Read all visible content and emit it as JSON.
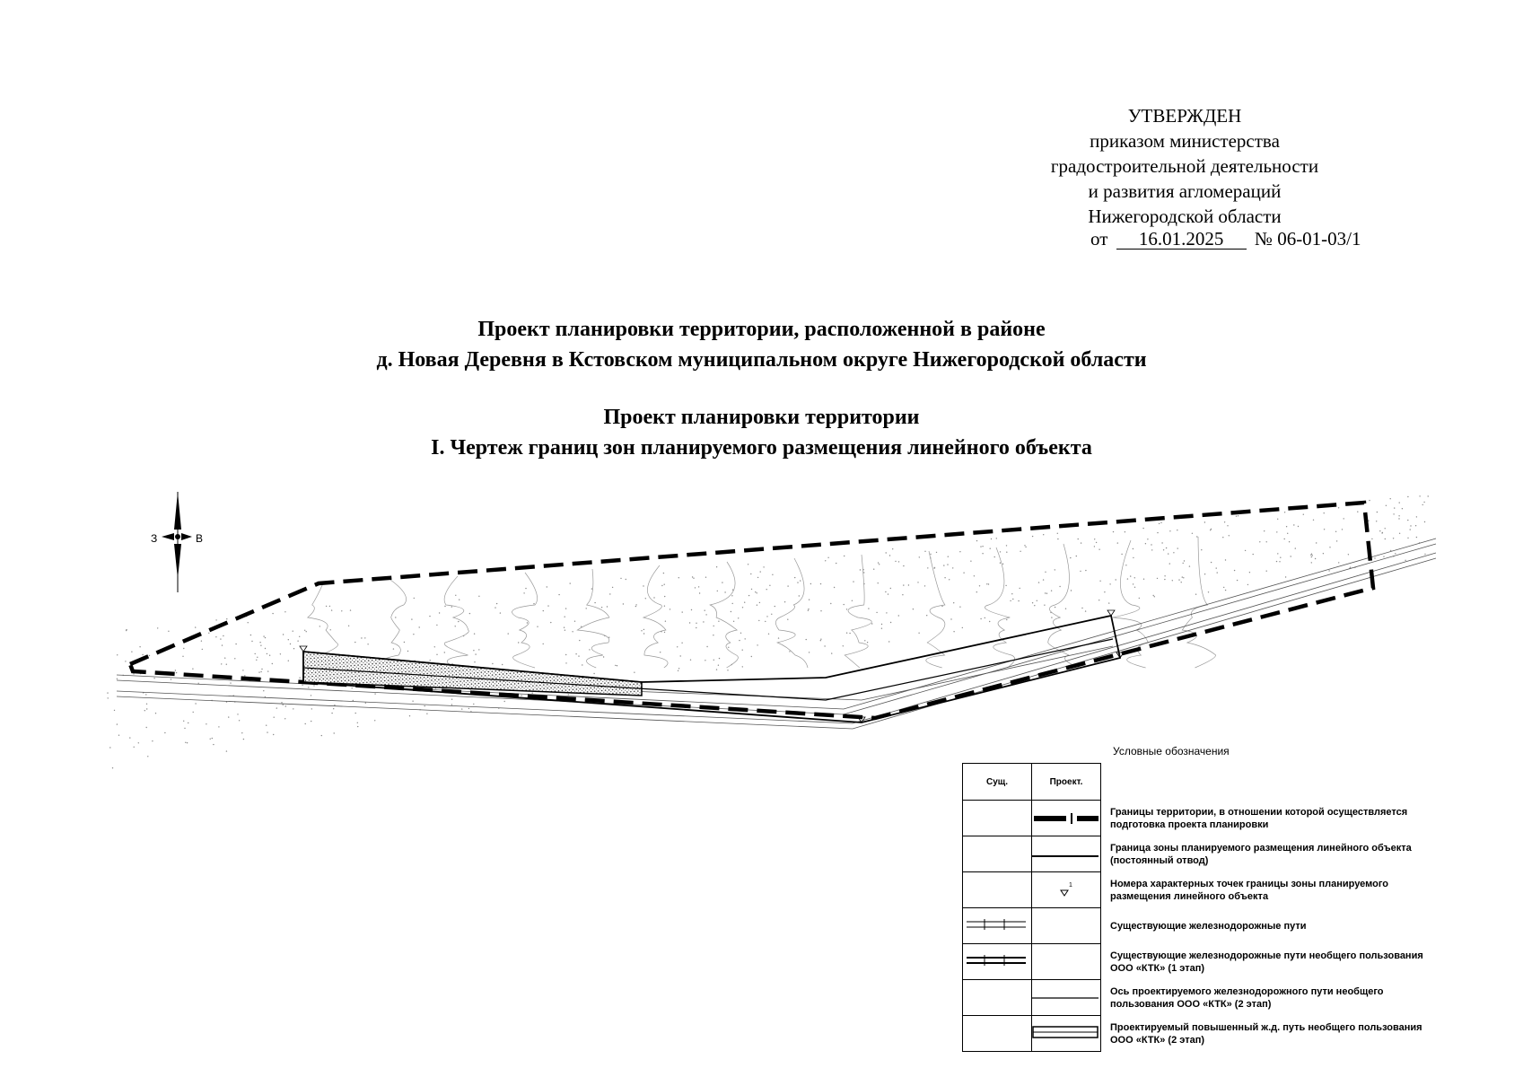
{
  "approval": {
    "heading": "УТВЕРЖДЕН",
    "line1": "приказом министерства",
    "line2": "градостроительной деятельности",
    "line3": "и развития агломераций",
    "line4": "Нижегородской области",
    "prefix": "от",
    "date": "16.01.2025",
    "number": "№ 06-01-03/1"
  },
  "titles": {
    "project_line1": "Проект планировки территории, расположенной в районе",
    "project_line2": "д. Новая Деревня в Кстовском муниципальном округе Нижегородской области",
    "section_line1": "Проект планировки территории",
    "section_line2": "I. Чертеж границ зон планируемого размещения линейного объекта"
  },
  "compass": {
    "west": "З",
    "east": "В"
  },
  "legend": {
    "title": "Условные обозначения",
    "col_existing": "Сущ.",
    "col_project": "Проект.",
    "items": [
      {
        "label": "Границы территории, в отношении которой осуществляется подготовка проекта планировки"
      },
      {
        "label": "Граница зоны планируемого размещения линейного объекта (постоянный отвод)"
      },
      {
        "label": "Номера характерных точек границы зоны планируемого размещения линейного объекта"
      },
      {
        "label": "Существующие железнодорожные пути"
      },
      {
        "label": "Существующие железнодорожные пути необщего пользования ООО «КТК» (1 этап)"
      },
      {
        "label": "Ось проектируемого железнодорожного пути необщего пользования ООО «КТК» (2 этап)"
      },
      {
        "label": "Проектируемый повышенный ж.д. путь необщего пользования ООО «КТК» (2 этап)"
      }
    ]
  }
}
